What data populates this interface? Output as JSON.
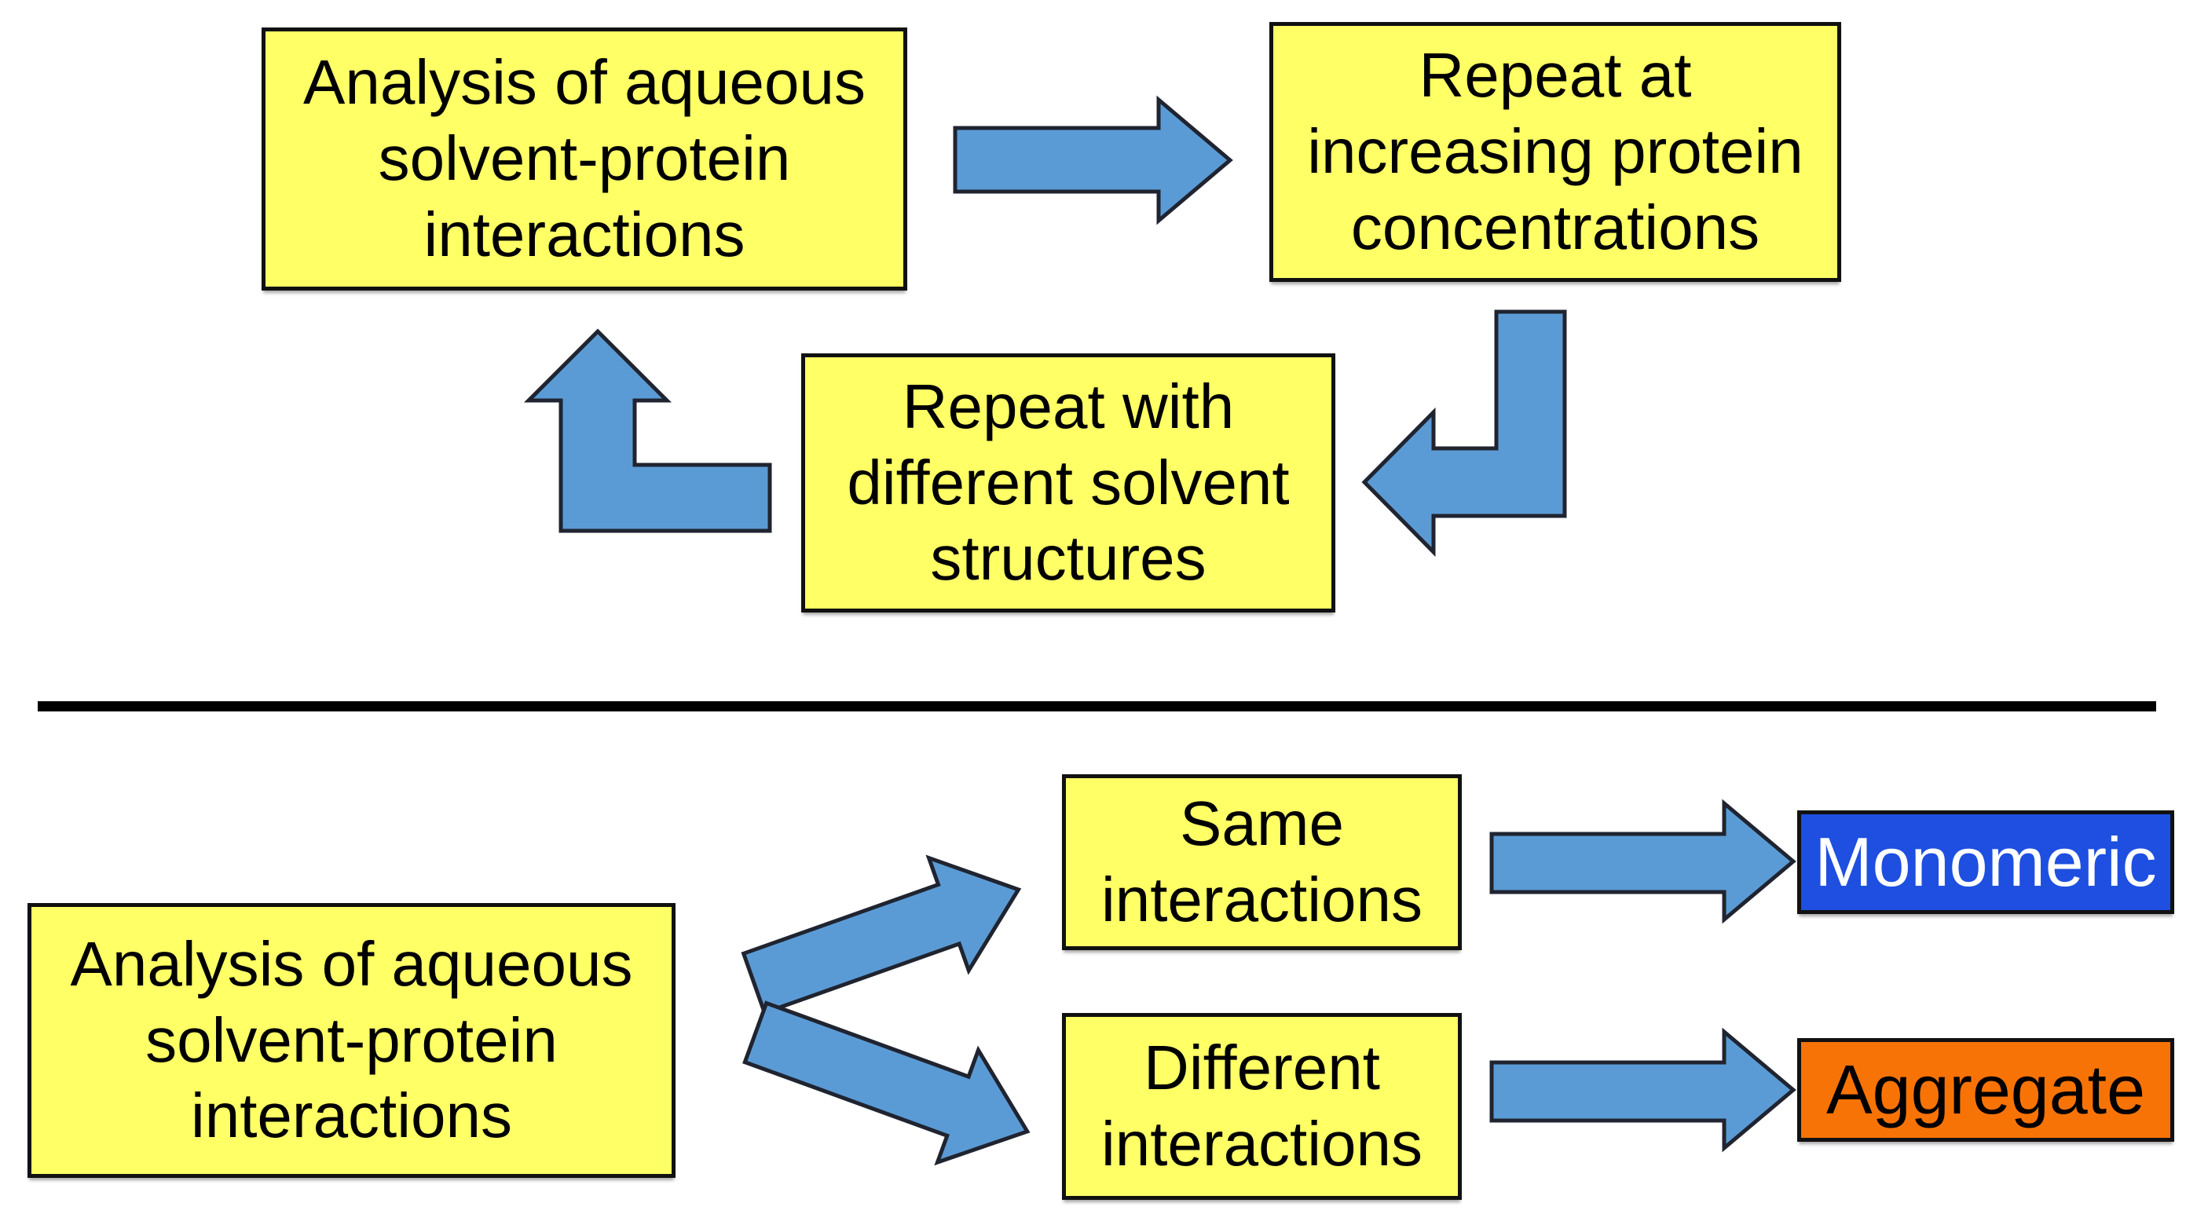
{
  "diagram": {
    "top_cycle": {
      "analysis_box": {
        "lines": [
          "Analysis of aqueous",
          "solvent-protein",
          "interactions"
        ]
      },
      "repeat_concentration_box": {
        "lines": [
          "Repeat at",
          "increasing protein",
          "concentrations"
        ]
      },
      "repeat_solvent_box": {
        "lines": [
          "Repeat with",
          "different solvent",
          "structures"
        ]
      }
    },
    "bottom_branch": {
      "analysis_box": {
        "lines": [
          "Analysis of aqueous",
          "solvent-protein",
          "interactions"
        ]
      },
      "same_box": {
        "lines": [
          "Same",
          "interactions"
        ]
      },
      "different_box": {
        "lines": [
          "Different",
          "interactions"
        ]
      },
      "monomeric_box": {
        "label": "Monomeric"
      },
      "aggregate_box": {
        "label": "Aggregate"
      }
    },
    "colors": {
      "node_fill": "#FFFF66",
      "node_outline": "#111111",
      "arrow_fill": "#5B9BD5",
      "arrow_outline": "#1F2430",
      "divider": "#000000",
      "monomeric_fill": "#1E4FE0",
      "monomeric_text": "#FFFFFF",
      "aggregate_fill": "#F87306",
      "aggregate_text": "#000000"
    }
  }
}
